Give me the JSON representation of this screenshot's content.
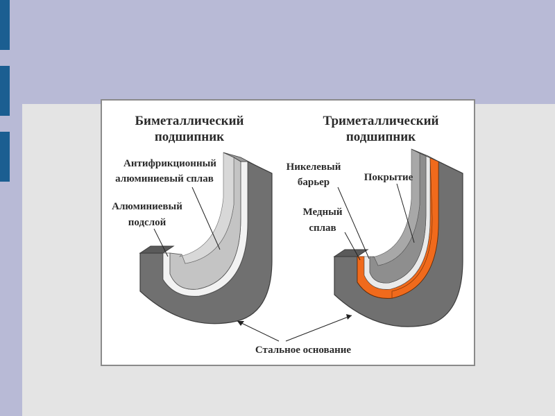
{
  "diagram": {
    "left": {
      "title_line1": "Биметаллический",
      "title_line2": "подшипник",
      "label_antifriction_line1": "Антифрикционный",
      "label_antifriction_line2": "алюминиевый сплав",
      "label_sublayer_line1": "Алюминиевый",
      "label_sublayer_line2": "подслой"
    },
    "right": {
      "title_line1": "Триметаллический",
      "title_line2": "подшипник",
      "label_nickel_line1": "Никелевый",
      "label_nickel_line2": "барьер",
      "label_coating": "Покрытие",
      "label_copper_line1": "Медный",
      "label_copper_line2": "сплав"
    },
    "bottom_label": "Стальное основание",
    "colors": {
      "steel": "#707070",
      "steel_dark": "#4f4f4f",
      "aluminum": "#c4c4c4",
      "sublayer": "#f2f2f2",
      "copper": "#f06a1c",
      "bronze": "#8e8e8e",
      "accent_blue": "#1b5e91",
      "header_band": "#b8bad6"
    }
  }
}
